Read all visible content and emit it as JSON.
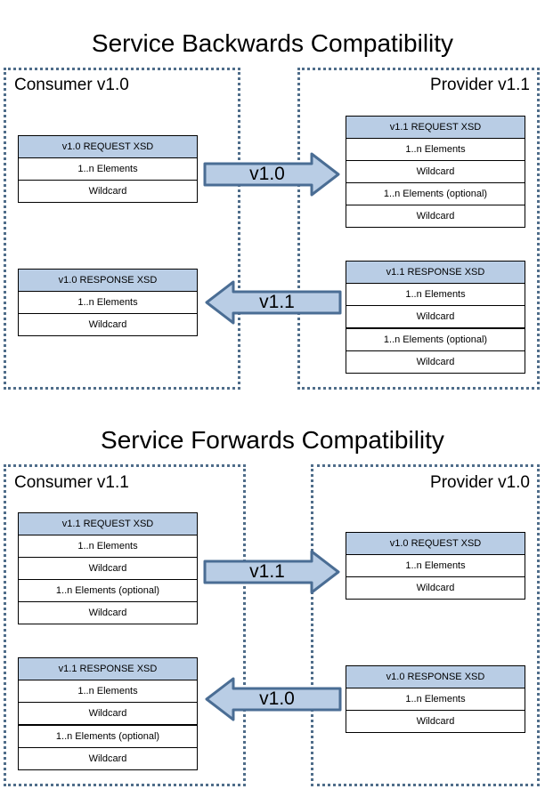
{
  "backward": {
    "title": "Service Backwards Compatibility",
    "consumer_label": "Consumer v1.0",
    "provider_label": "Provider v1.1",
    "consumer_request": {
      "header": "v1.0 REQUEST XSD",
      "rows": [
        "1..n Elements",
        "Wildcard"
      ]
    },
    "consumer_response": {
      "header": "v1.0 RESPONSE XSD",
      "rows": [
        "1..n Elements",
        "Wildcard"
      ]
    },
    "provider_request": {
      "header": "v1.1 REQUEST XSD",
      "rows": [
        "1..n Elements",
        "Wildcard",
        "1..n Elements (optional)",
        "Wildcard"
      ]
    },
    "provider_response": {
      "header": "v1.1 RESPONSE XSD",
      "rows": [
        "1..n Elements",
        "Wildcard",
        "1..n Elements (optional)",
        "Wildcard"
      ]
    },
    "request_arrow": "v1.0",
    "response_arrow": "v1.1"
  },
  "forward": {
    "title": "Service Forwards Compatibility",
    "consumer_label": "Consumer v1.1",
    "provider_label": "Provider v1.0",
    "consumer_request": {
      "header": "v1.1 REQUEST XSD",
      "rows": [
        "1..n Elements",
        "Wildcard",
        "1..n Elements (optional)",
        "Wildcard"
      ]
    },
    "consumer_response": {
      "header": "v1.1 RESPONSE XSD",
      "rows": [
        "1..n Elements",
        "Wildcard",
        "1..n Elements (optional)",
        "Wildcard"
      ]
    },
    "provider_request": {
      "header": "v1.0 REQUEST XSD",
      "rows": [
        "1..n Elements",
        "Wildcard"
      ]
    },
    "provider_response": {
      "header": "v1.0 RESPONSE XSD",
      "rows": [
        "1..n Elements",
        "Wildcard"
      ]
    },
    "request_arrow": "v1.1",
    "response_arrow": "v1.0"
  },
  "colors": {
    "header_fill": "#b9cde5",
    "arrow_fill": "#b9cde5",
    "arrow_stroke": "#4a6d94",
    "panel_border": "#4f6d8a"
  },
  "icons": {
    "request_arrow": "right-arrow-icon",
    "response_arrow": "left-arrow-icon"
  }
}
